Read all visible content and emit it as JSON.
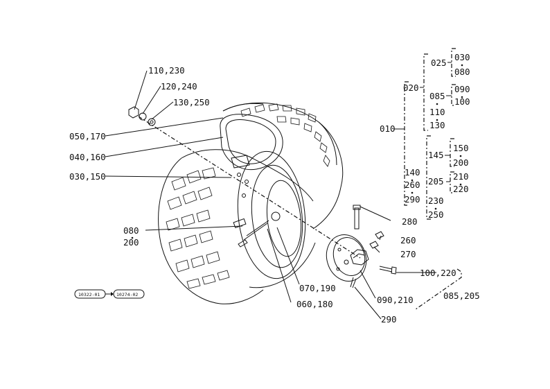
{
  "labels": {
    "l110_230": "110,230",
    "l120_240": "120,240",
    "l130_250": "130,250",
    "l050_170": "050,170",
    "l040_160": "040,160",
    "l030_150": "030,150",
    "l080": "080",
    "l200": "200",
    "l070_190": "070,190",
    "l060_180": "060,180",
    "l280": "280",
    "l260": "260",
    "l270": "270",
    "l100_220": "100,220",
    "l090_210": "090,210",
    "l085_205b": "085,205",
    "l290b": "290"
  },
  "tree": {
    "t010": "010",
    "t020": "020",
    "t025": "025",
    "t030": "030",
    "t080": "080",
    "t085": "085",
    "t090": "090",
    "t100": "100",
    "t110": "110",
    "t130": "130",
    "t140": "140",
    "t260": "260",
    "t290": "290",
    "t145": "145",
    "t150": "150",
    "t200": "200",
    "t205": "205",
    "t210": "210",
    "t220": "220",
    "t230": "230",
    "t250": "250"
  },
  "serials": {
    "from": "10322-01",
    "to": "10274-02"
  }
}
